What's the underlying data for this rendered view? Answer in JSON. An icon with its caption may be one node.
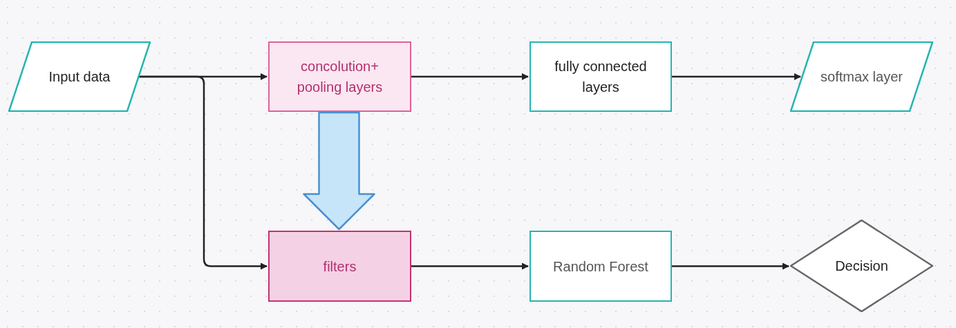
{
  "diagram": {
    "nodes": [
      {
        "text": [
          "Input data"
        ]
      },
      {
        "text": [
          "concolution+ pooling layers"
        ]
      },
      {
        "text": [
          "fully connected layers"
        ]
      },
      {
        "text": [
          "softmax layer"
        ]
      },
      {
        "text": [
          "filters"
        ]
      },
      {
        "text": [
          "Random Forest"
        ]
      },
      {
        "text": [
          "Decision"
        ]
      }
    ],
    "edges": [
      {
        "from": 0,
        "to": 1,
        "arrow": "to"
      },
      {
        "from": 1,
        "to": 2,
        "arrow": "to"
      },
      {
        "from": 2,
        "to": 3,
        "arrow": "to"
      },
      {
        "from": 0,
        "to": 4,
        "arrow": "to"
      },
      {
        "from": 1,
        "to": 4,
        "arrow": "to",
        "style": "thick",
        "color": "#4a90d0"
      },
      {
        "from": 4,
        "to": 5,
        "arrow": "to"
      },
      {
        "from": 5,
        "to": 6,
        "arrow": "to"
      }
    ]
  }
}
